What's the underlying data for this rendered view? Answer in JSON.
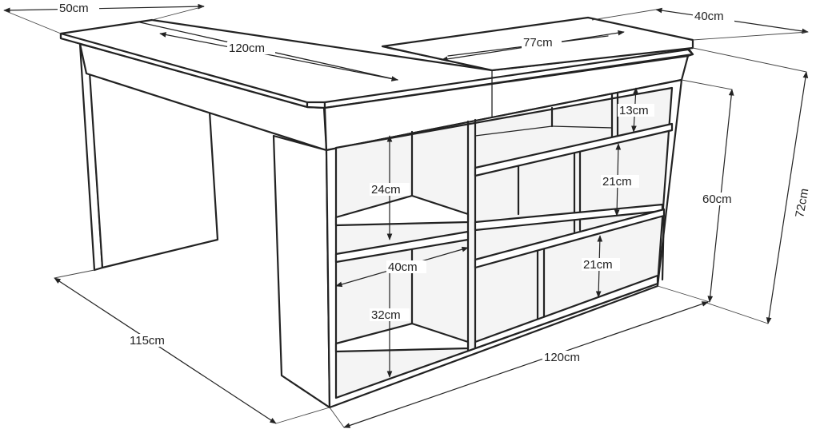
{
  "diagram": {
    "subject": "L-shaped corner desk with open shelving unit",
    "dimensions": {
      "top_depth_left": "50cm",
      "top_width_left": "120cm",
      "top_width_right": "77cm",
      "top_depth_right": "40cm",
      "shelf_height_small": "13cm",
      "shelf_height_upper_right": "21cm",
      "shelf_height_lower_right": "21cm",
      "shelf_height_upper_left": "24cm",
      "shelf_height_lower_left": "32cm",
      "shelf_width": "40cm",
      "shelf_unit_height": "60cm",
      "total_height": "72cm",
      "side_length": "115cm",
      "front_length": "120cm"
    }
  }
}
